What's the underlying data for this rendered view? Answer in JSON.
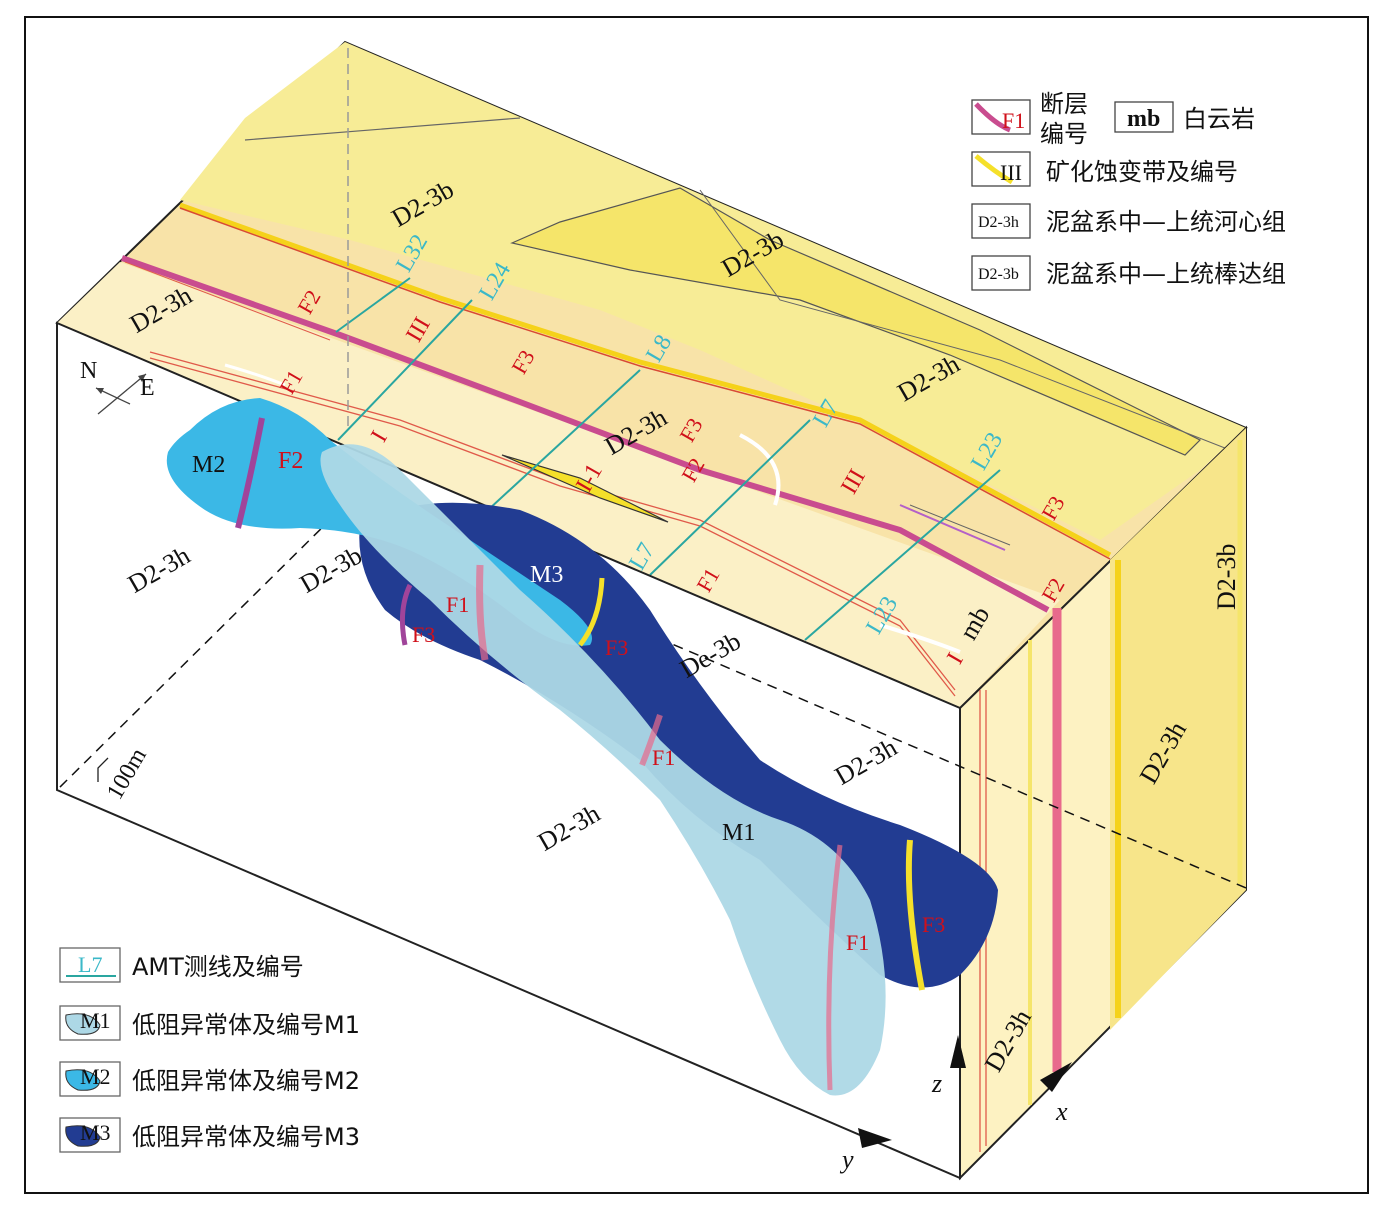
{
  "colors": {
    "top_surface": "#f8e3a8",
    "top_band_light": "#fbf0c6",
    "front_face": "#ffffff",
    "side_face": "#fdf2c2",
    "b_formation": "#f7ec8c",
    "fault": "#c94c8f",
    "fault_red_thin": "#e0554b",
    "mineral_zone": "#f5e02a",
    "amt_line": "#2aa6a0",
    "m1": "#add8e6",
    "m2": "#3bb8e6",
    "m3": "#223c92"
  },
  "labels": {
    "compass_n": "N",
    "compass_e": "E",
    "scale": "100m",
    "axis_x": "x",
    "axis_y": "y",
    "axis_z": "z",
    "mb": "mb",
    "formation_h": "D2-3h",
    "formation_b": "D2-3b",
    "formation_eb": "De-3b",
    "anomaly_m1": "M1",
    "anomaly_m2": "M2",
    "anomaly_m3": "M3",
    "fault_f1": "F1",
    "fault_f2": "F2",
    "fault_f3": "F3",
    "zone_I": "I",
    "zone_I1": "I-1",
    "zone_III": "III",
    "amt_L32": "L32",
    "amt_L24": "L24",
    "amt_L8": "L8",
    "amt_L7": "L7",
    "amt_L23": "L23"
  },
  "legend_top": [
    {
      "swatch": "F1",
      "text": "断层\n编号",
      "kind": "fault"
    },
    {
      "swatch": "mb",
      "text": "白云岩",
      "kind": "mb"
    },
    {
      "swatch": "III",
      "text": "矿化蚀变带及编号",
      "kind": "zone"
    },
    {
      "swatch": "D2-3h",
      "text": "泥盆系中—上统河心组",
      "kind": "formation"
    },
    {
      "swatch": "D2-3b",
      "text": "泥盆系中—上统棒达组",
      "kind": "formation"
    }
  ],
  "legend_bottom": [
    {
      "swatch": "L7",
      "text": "AMT测线及编号"
    },
    {
      "swatch": "M1",
      "text": "低阻异常体及编号M1"
    },
    {
      "swatch": "M2",
      "text": "低阻异常体及编号M2"
    },
    {
      "swatch": "M3",
      "text": "低阻异常体及编号M3"
    }
  ]
}
